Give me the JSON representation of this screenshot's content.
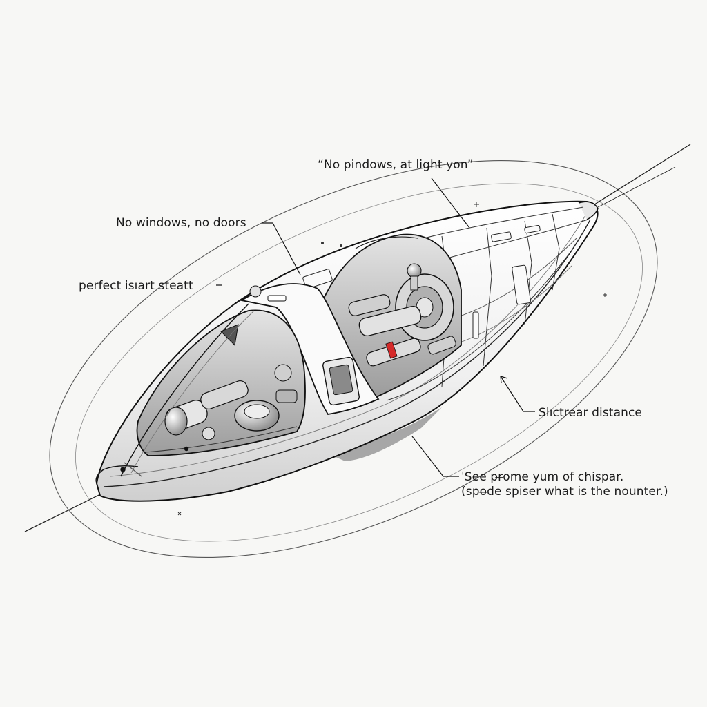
{
  "annotations": {
    "top_quote": "“No pindows, at light yon”",
    "no_windows": "No windows, no doors",
    "perfect_stealth": "perfect isıart steatt",
    "distance": "Slıctrear distance",
    "see_line1": "ˈSee pr̶ome yum of chispar.",
    "see_line2": "(spo̶de spiser what is the nounter.)"
  },
  "palette": {
    "paper": "#f7f7f5",
    "ink": "#1a1a1a",
    "hull": "#ffffff",
    "shadow": "#bdbdbd",
    "accent_red": "#d42a2a"
  },
  "ship_sections": [
    "nose-cone",
    "forward-cockpit-cutaway",
    "reactor-bay-cutaway",
    "tail-cone"
  ]
}
